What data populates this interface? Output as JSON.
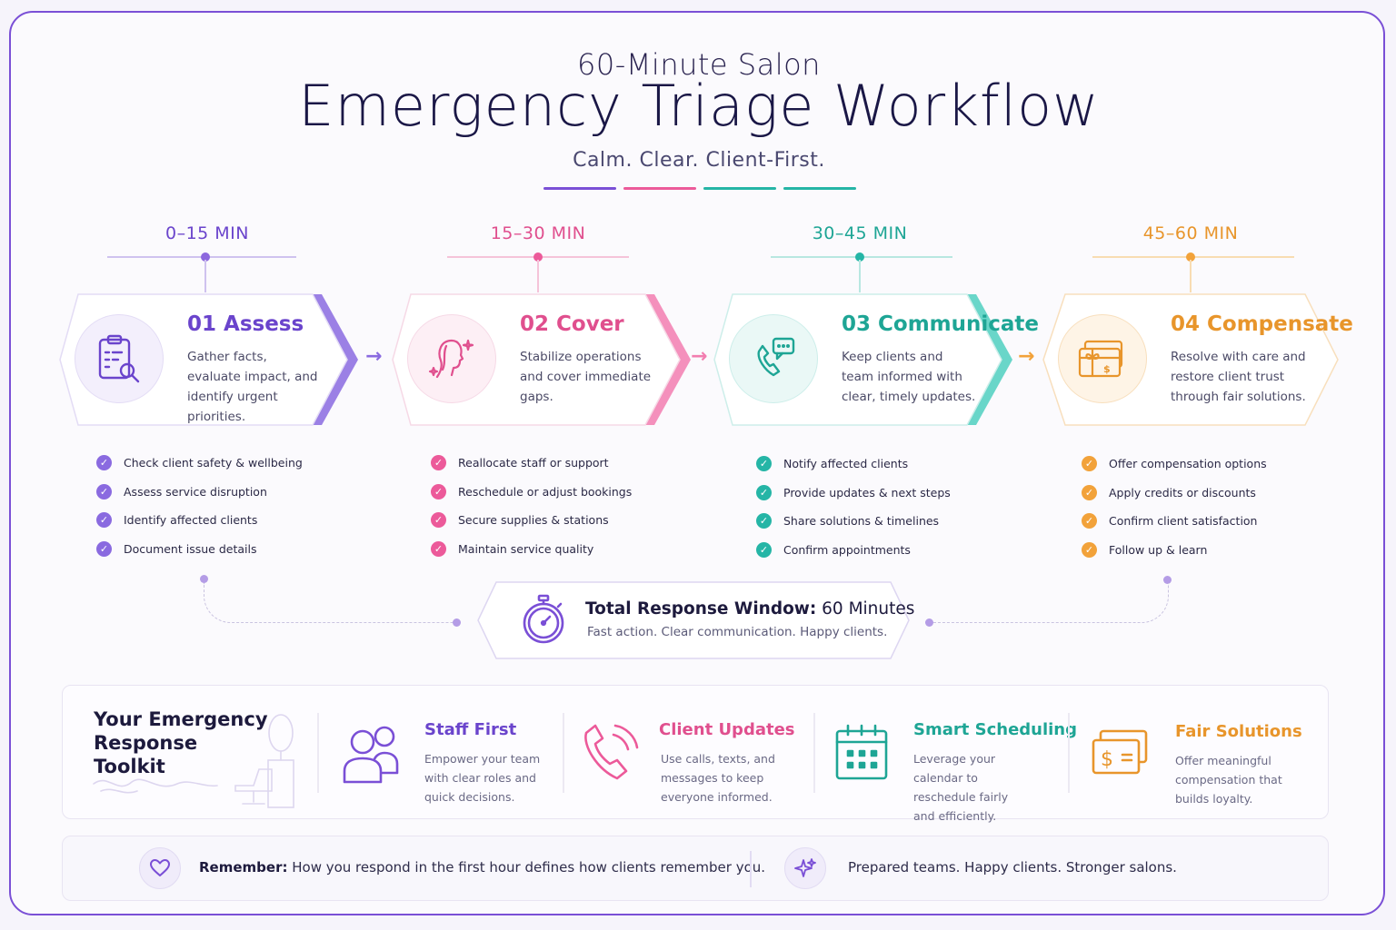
{
  "header": {
    "subtitle": "60-Minute Salon",
    "title": "Emergency Triage Workflow",
    "tagline": "Calm. Clear. Client-First."
  },
  "colors": {
    "assess": "#7a4fd6",
    "cover": "#ec5a9a",
    "communicate": "#25b5a6",
    "compensate": "#f2a23a"
  },
  "phases": [
    {
      "time": "0–15 MIN",
      "title": "01 Assess",
      "desc": "Gather facts, evaluate impact, and identify urgent priorities.",
      "icon": "clipboard-search-icon",
      "checks": [
        "Check client safety & wellbeing",
        "Assess service disruption",
        "Identify affected clients",
        "Document issue details"
      ]
    },
    {
      "time": "15–30 MIN",
      "title": "02 Cover",
      "desc": "Stabilize operations and cover immediate gaps.",
      "icon": "woman-profile-sparkle-icon",
      "checks": [
        "Reallocate staff or support",
        "Reschedule or adjust bookings",
        "Secure supplies & stations",
        "Maintain service quality"
      ]
    },
    {
      "time": "30–45 MIN",
      "title": "03 Communicate",
      "desc": "Keep clients and team informed with clear, timely updates.",
      "icon": "phone-chat-icon",
      "checks": [
        "Notify affected clients",
        "Provide updates & next steps",
        "Share solutions & timelines",
        "Confirm appointments"
      ]
    },
    {
      "time": "45–60 MIN",
      "title": "04 Compensate",
      "desc": "Resolve with care and restore client trust through fair solutions.",
      "icon": "gift-card-icon",
      "checks": [
        "Offer compensation options",
        "Apply credits or discounts",
        "Confirm client satisfaction",
        "Follow up & learn"
      ]
    }
  ],
  "total": {
    "title_bold": "Total Response Window:",
    "title_rest": " 60 Minutes",
    "subtitle": "Fast action. Clear communication. Happy clients.",
    "icon": "stopwatch-icon"
  },
  "toolkit": {
    "title_line1": "Your Emergency",
    "title_line2": "Response Toolkit",
    "items": [
      {
        "title": "Staff First",
        "desc": "Empower your team with clear roles and quick decisions.",
        "icon": "people-icon"
      },
      {
        "title": "Client Updates",
        "desc": "Use calls, texts, and messages to keep everyone informed.",
        "icon": "phone-ringing-icon"
      },
      {
        "title": "Smart Scheduling",
        "desc": "Leverage your calendar to reschedule fairly and efficiently.",
        "icon": "calendar-icon"
      },
      {
        "title": "Fair Solutions",
        "desc": "Offer meaningful compensation that builds loyalty.",
        "icon": "money-cards-icon"
      }
    ]
  },
  "footer": {
    "remember_bold": "Remember:",
    "remember_text": " How you respond in the first hour defines how clients remember you.",
    "closing": "Prepared teams. Happy clients. Stronger salons."
  }
}
